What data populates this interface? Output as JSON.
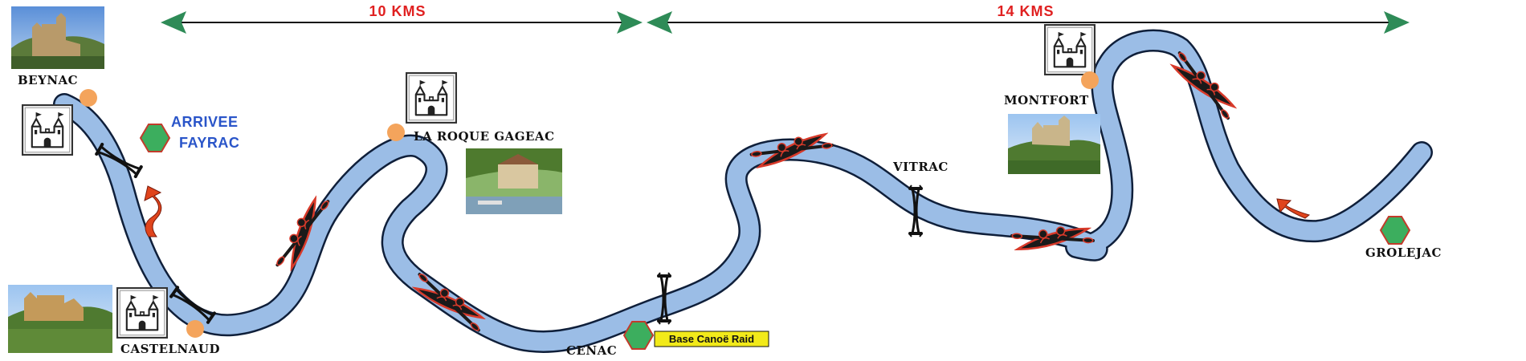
{
  "distances": {
    "first": "10 KMS",
    "second": "14 KMS"
  },
  "places": {
    "beynac": "BEYNAC",
    "castelnaud": "CASTELNAUD",
    "la_roque_gageac": "LA ROQUE GAGEAC",
    "cenac": "CENAC",
    "vitrac": "VITRAC",
    "montfort": "MONTFORT",
    "grolejac": "GROLEJAC"
  },
  "arrivee": {
    "line1": "ARRIVEE",
    "line2": "FAYRAC"
  },
  "base": {
    "label": "Base Canoë Raid"
  },
  "colors": {
    "river": "#9bbde6",
    "river_outline": "#0f1f3a",
    "arrow": "#2e8b57",
    "distance_text": "#e02020",
    "arrivee_text": "#2a55c9",
    "base_marker": "#3cae5e",
    "town_marker": "#f4a45c",
    "base_badge_bg": "#f2ea1a",
    "kayak_fill": "#1a1a1a",
    "kayak_outline": "#d83a2a",
    "current_arrow": "#e0441c"
  },
  "icons": {
    "castle": "castle-icon",
    "bridge": "bridge-icon",
    "kayak": "kayak-icon",
    "current_arrow": "current-arrow-icon",
    "base_marker": "hexagon-marker-icon",
    "town_marker": "circle-marker-icon"
  }
}
